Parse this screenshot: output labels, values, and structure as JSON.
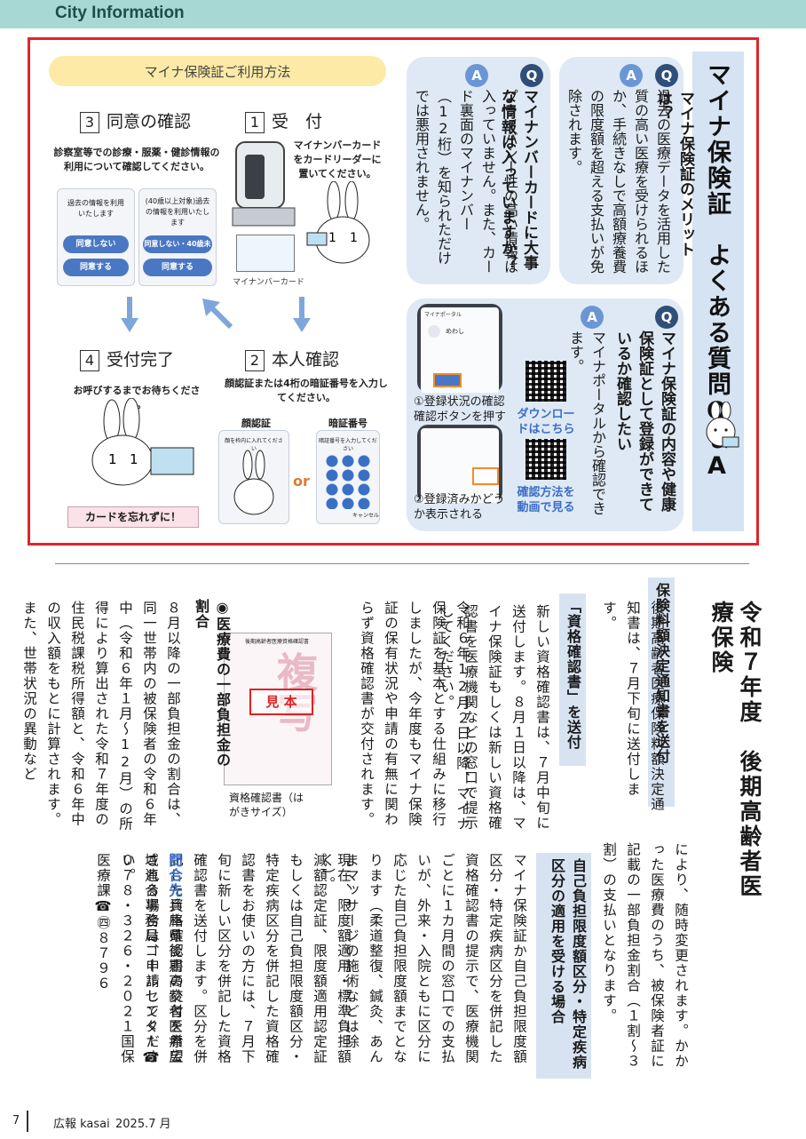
{
  "header": {
    "section": "City Information"
  },
  "qa_section": {
    "title": "マイナ保険証　よくある質問Q＆A",
    "q1": {
      "badge_q": "Q",
      "question": "マイナ保険証のメリットは？",
      "badge_a": "A",
      "answer": "過去の医療データを活用した質の高い医療を受けられるほか、手続きなしで高額療養費の限度額を超える支払いが免除されます。"
    },
    "q2": {
      "badge_q": "Q",
      "question": "マイナンバーカードに大事な情報は入っていますか？",
      "badge_a": "A",
      "answer": "プライバシー性の高い情報は入っていません。また、カード裏面のマイナンバー（12桁）を知られただけでは悪用されません。"
    },
    "q3": {
      "badge_q": "Q",
      "question": "マイナ保険証の内容や健康保険証として登録ができているか確認したい",
      "badge_a": "A",
      "answer": "マイナポータルから確認できます。",
      "qr1_label": "ダウンロードはこちら",
      "qr2_label": "確認方法を動画で見る",
      "step1_caption": "①登録状況の確認確認ボタンを押す",
      "step2_caption": "②登録済みかどうか表示される",
      "phone_header": "マイナポータル",
      "phone_name": "めわし"
    }
  },
  "usage": {
    "title": "マイナ保険証ご利用方法",
    "step1": {
      "num": "1",
      "label": "受　付",
      "note": "マイナンバーカードをカードリーダーに置いてください。",
      "card_caption": "マイナンバーカード"
    },
    "step2": {
      "num": "2",
      "label": "本人確認",
      "note": "顔認証または4桁の暗証番号を入力してください。",
      "face_label": "顔認証",
      "pin_label": "暗証番号",
      "or": "or",
      "face_screen": "顔を枠内に入れてください",
      "pin_screen": "暗証番号を入力してください",
      "cancel": "キャンセル"
    },
    "step3": {
      "num": "3",
      "label": "同意の確認",
      "note": "診察室等での診療・服薬・健診情報の利用について確認してください。",
      "box1_text": "過去の情報を利用いたします",
      "box1_btn1": "同意しない",
      "box1_btn2": "同意する",
      "box2_text": "(40歳以上対象)過去の情報を利用いたします",
      "box2_btn1": "同意しない・40歳未満",
      "box2_btn2": "同意する"
    },
    "step4": {
      "num": "4",
      "label": "受付完了",
      "note": "お呼びするまでお待ちください。",
      "banner": "カードを忘れずに！"
    }
  },
  "article": {
    "title": "令和７年度　後期高齢者医療保険",
    "s1_heading": "保険料額決定通知書を送付",
    "s1_body": "後期高齢者医療保険料額決定通知書は、７月下旬に送付します。",
    "s2_heading": "「資格確認書」を送付",
    "s2_body1": "新しい資格確認書は、７月中旬に送付します。８月１日以降は、マイナ保険証もしくは新しい資格確認書を医療機関などの窓口で提示してください。",
    "s2_body2": "令和６年12月２日以降、マイナ保険証を基本とする仕組みに移行しましたが、今年度もマイナ保険証の保有状況や申請の有無に関わらず資格確認書が交付されます。",
    "image_caption": "資格確認書（はがきサイズ）",
    "image_stamp": "見 本",
    "image_watermark": "複写",
    "image_doc_title": "後期高齢者医療資格確認書",
    "s3_heading": "◉医療費の一部負担金の割合",
    "s3_body": "８月以降の一部負担金の割合は、同一世帯内の被保険者の令和６年中（令和６年１月〜12月）の所得により算出された令和７年度の住民税課税所得額と、令和６年中の収入額をもとに計算されます。また、世帯状況の異動など",
    "s3_cont": "により、随時変更されます。かかった医療費のうち、被保険者証に記載の一部負担金割合（１割〜３割）の支払いとなります。",
    "s4_heading": "自己負担限度額区分・特定疾病区分の適用を受ける場合",
    "s4_body1": "マイナ保険証か自己負担限度額区分・特定疾病区分を併記した資格確認書の提示で、医療機関ごとに１カ月間の窓口での支払いが、外来・入院ともに区分に応じた自己負担限度額までとなります（柔道整復、鍼灸、あんまマッサージの施術などは除く）。",
    "s4_body2": "現在、限度額適用・標準負担額減額認定証、限度額適用認定証もしくは自己負担限度額区分・特定疾病区分を併記した資格確認書をお使いの方には、７月下旬に新しい区分を併記した資格確認書を送付します。区分を併記した資格確認書の交付を希望される場合は、申請してください。",
    "contact_label": "問合先",
    "contact_text": "兵庫県後期高齢者医療広域連合事務局コールセンター",
    "contact_tel": "☎０７８・３２６・２０２１",
    "contact_dept": "国保医療課☎㊃８７９６"
  },
  "footer": {
    "page": "7",
    "publication": "広報 kasai",
    "issue": "2025.7 月"
  },
  "colors": {
    "header_bg": "#a8d8d4",
    "frame": "#e0262a",
    "card_bg": "#dfe9f5",
    "badge_q": "#2f4f78",
    "badge_a": "#6b96d6",
    "pill": "#fdeaa6"
  }
}
